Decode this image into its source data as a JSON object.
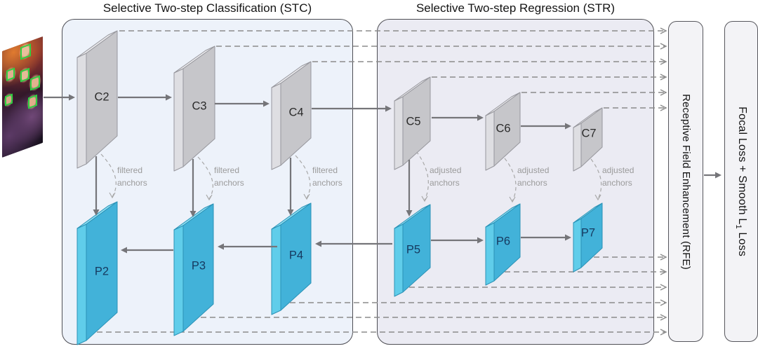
{
  "titles": {
    "stc": "Selective Two-step Classification (STC)",
    "str": "Selective Two-step Regression (STR)"
  },
  "blocks": {
    "c": [
      "C2",
      "C3",
      "C4",
      "C5",
      "C6",
      "C7"
    ],
    "p": [
      "P2",
      "P3",
      "P4",
      "P5",
      "P6",
      "P7"
    ]
  },
  "anchors": {
    "filtered": "filtered anchors",
    "adjusted": "adjusted anchors"
  },
  "rfe_label": "Receptive Field Enhancement (RFE)",
  "loss": {
    "prefix": "Focal Loss + Smooth L",
    "sub": "1",
    "suffix": " Loss"
  },
  "colors": {
    "stc_fill": "#edf2fa",
    "str_fill": "#ebebf3",
    "c_face": "#c6c6ca",
    "c_side": "#dedee2",
    "c_top": "#eaeaed",
    "c_edge": "#97979d",
    "p_face": "#42b2d9",
    "p_side": "#60cdea",
    "p_top": "#8fdef2",
    "p_edge": "#2b92b6",
    "arrow": "#757579",
    "dash": "#8b8b8b",
    "curve": "#a8a8a8",
    "c_text": "#2b2b2b",
    "p_text": "#16395f",
    "anchor_text": "#9b9b9b",
    "detection_green": "#2fd141"
  }
}
